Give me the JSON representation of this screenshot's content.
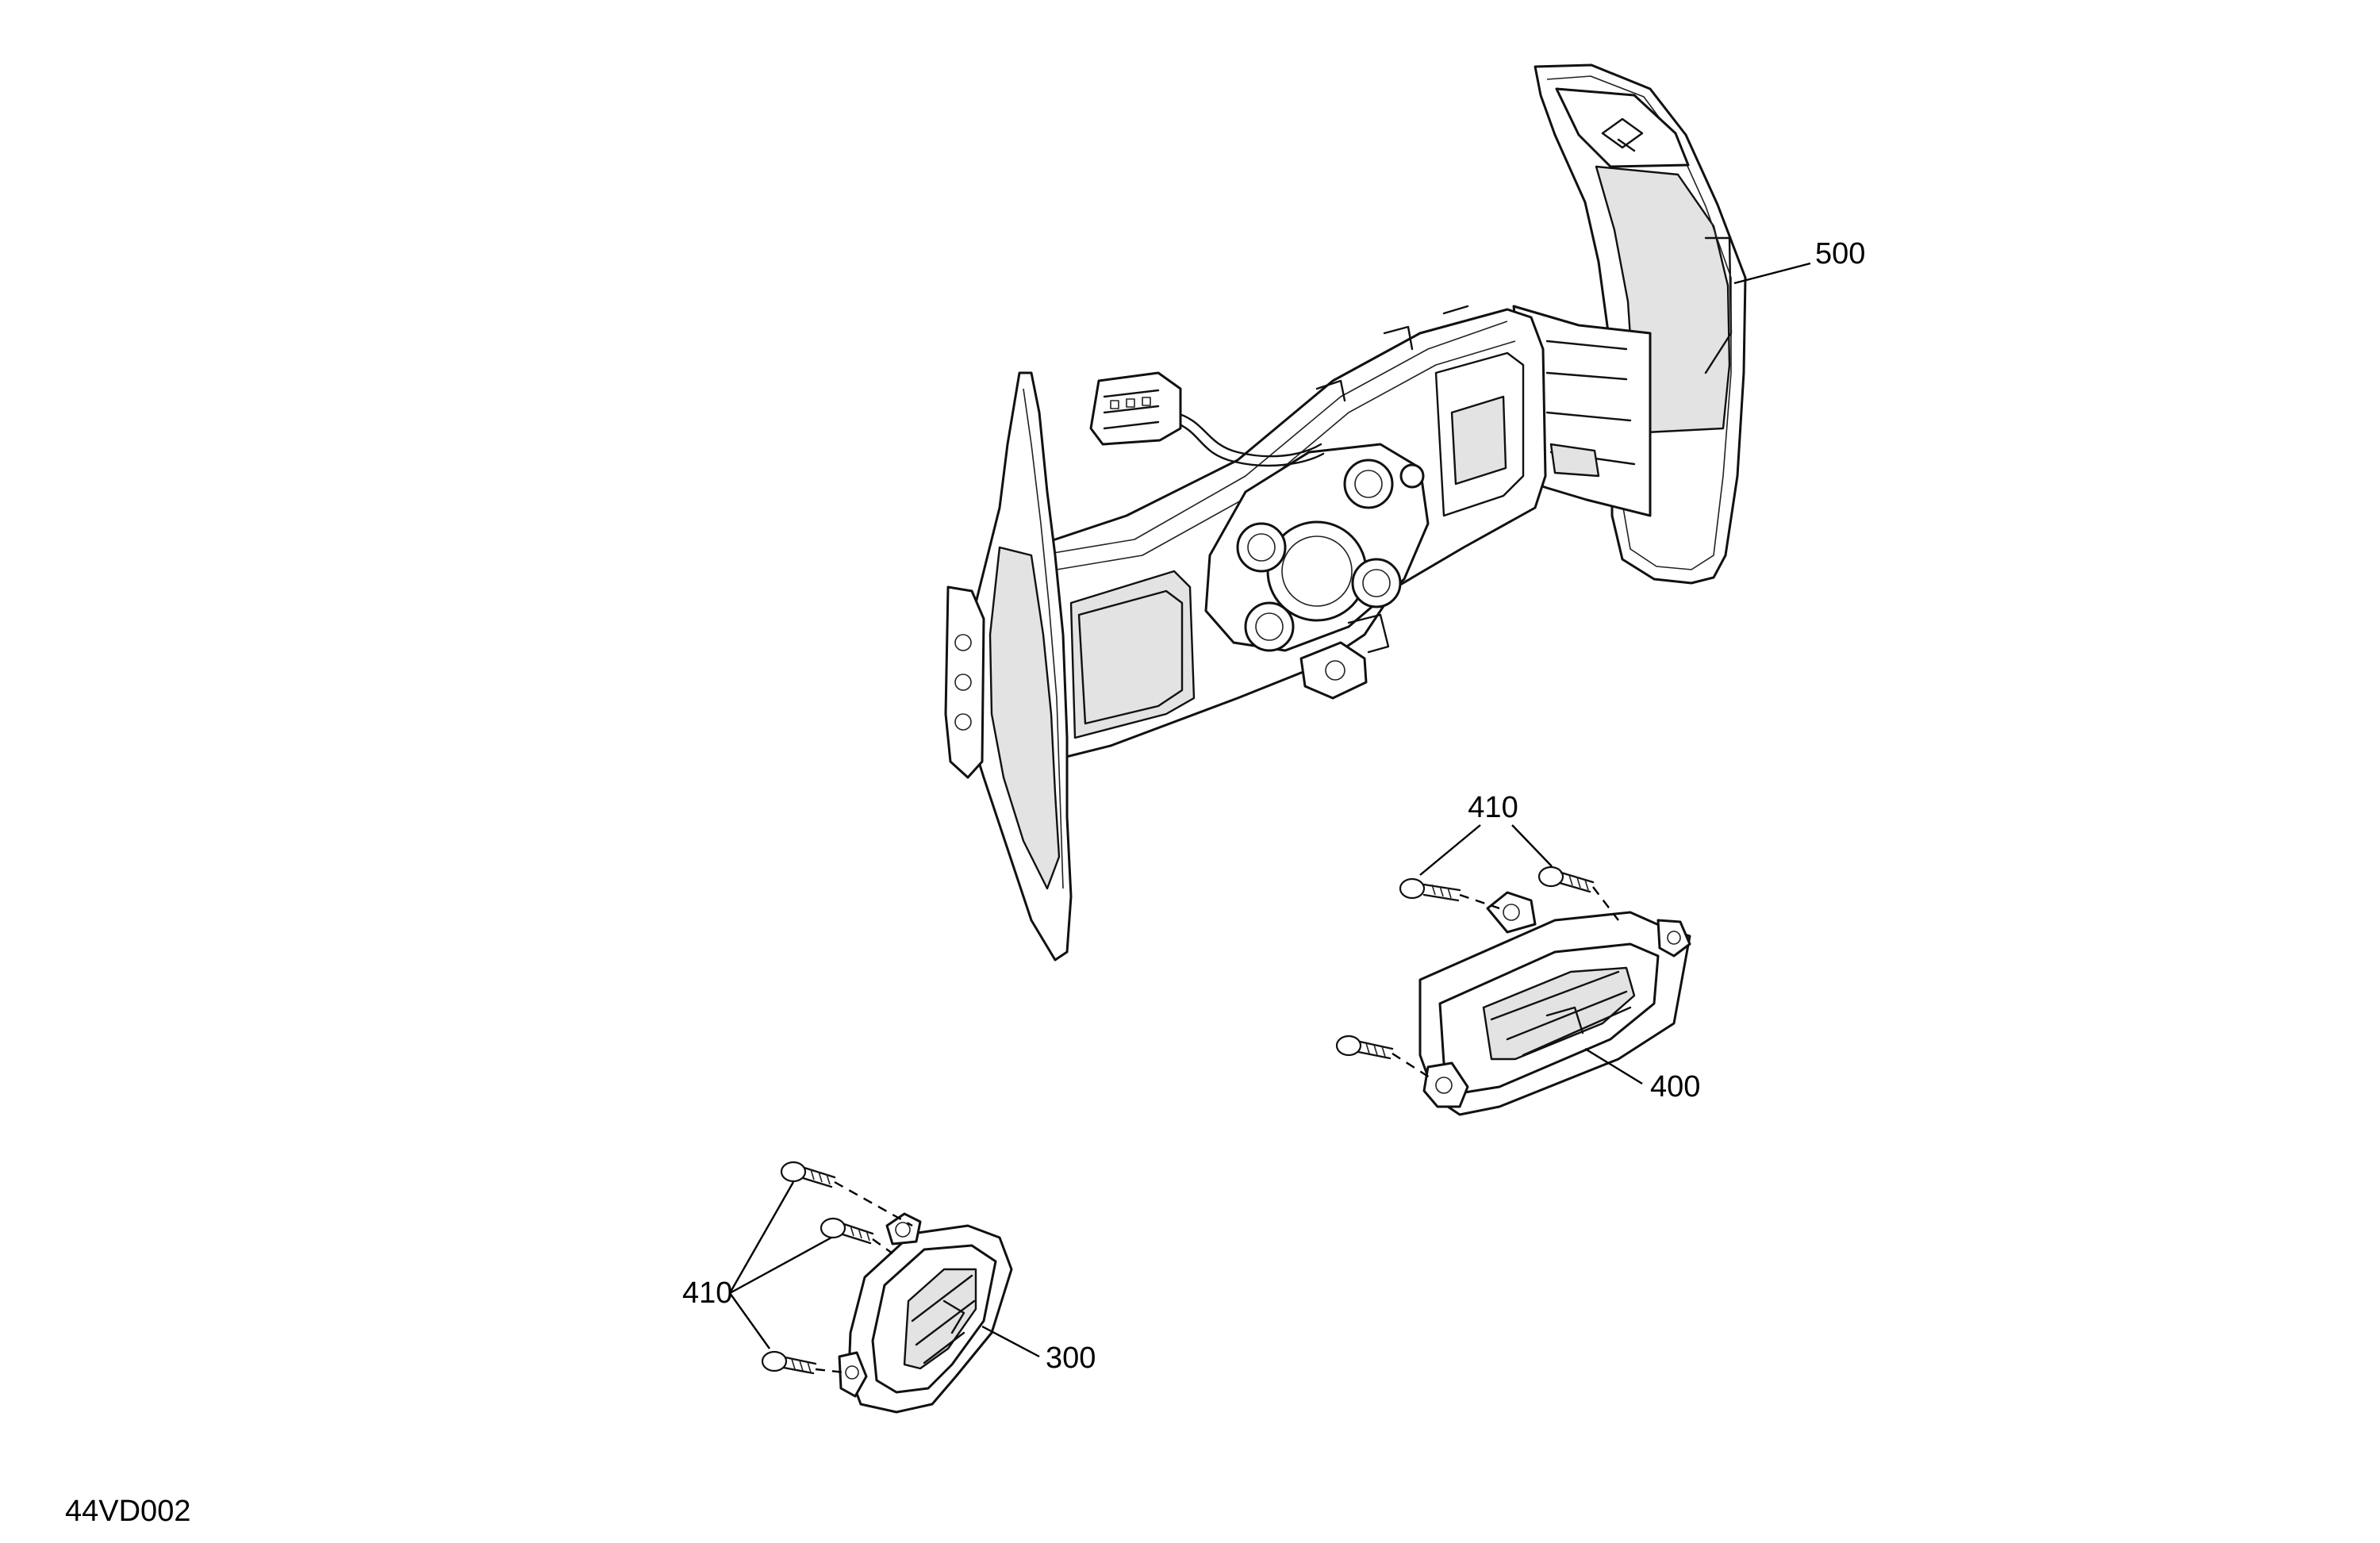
{
  "diagram": {
    "drawing_code": "44VD002",
    "callouts": {
      "paddle_assembly": "500",
      "switch_right": "400",
      "switch_left": "300",
      "screws_right": "410",
      "screws_left": "410"
    }
  }
}
